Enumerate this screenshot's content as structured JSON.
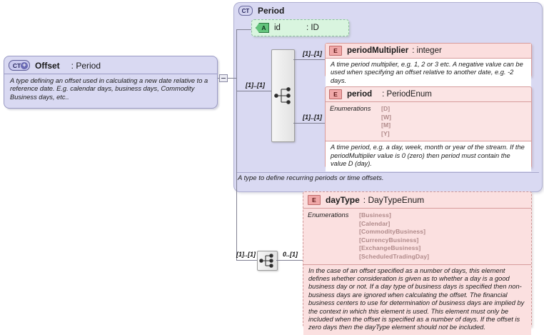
{
  "diagram": {
    "title": "Offset : Period XML Schema diagram",
    "colors": {
      "complex_type_fill": "#d9d9f2",
      "attribute_fill": "#d9f5df",
      "element_fill": "#fbe4e4",
      "connector": "#808092"
    }
  },
  "offset": {
    "icon": "complex-type-expandable-icon",
    "icon_text": "CT",
    "icon_badge": "+",
    "name": "Offset",
    "type": ": Period",
    "documentation": "A type defining an offset used in calculating a new date relative to a reference date. E.g. calendar days, business days, Commodity Business days, etc.."
  },
  "expander": {
    "state": "expanded",
    "glyph": "-"
  },
  "period_panel": {
    "icon": "complex-type-icon",
    "icon_text": "CT",
    "name": "Period",
    "footer_documentation": "A type to define recurring periods or time offsets."
  },
  "attribute_id": {
    "icon": "attribute-icon",
    "icon_text": "A",
    "name": "id",
    "type": ": ID"
  },
  "compositors": {
    "sequence_main": "sequence-icon",
    "sequence_daytype": "sequence-icon"
  },
  "cardinalities": {
    "offset_to_period": "[1]..[1]",
    "period_multiplier": "[1]..[1]",
    "period_enum": "[1]..[1]",
    "daytype_left": "[1]..[1]",
    "daytype_right": "0..[1]"
  },
  "period_multiplier": {
    "icon": "element-icon",
    "icon_text": "E",
    "name": "periodMultiplier",
    "type": ": integer",
    "documentation": "A time period multiplier, e.g. 1, 2 or 3 etc. A negative value can be used when specifying an offset relative to another date, e.g. -2 days."
  },
  "period_element": {
    "icon": "element-icon",
    "icon_text": "E",
    "name": "period",
    "type": ": PeriodEnum",
    "enumerations_label": "Enumerations",
    "enumerations": [
      "[D]",
      "[W]",
      "[M]",
      "[Y]"
    ],
    "documentation": "A time period, e.g. a day, week, month or year of the stream. If the periodMultiplier value is 0 (zero) then period must contain the value D (day)."
  },
  "day_type": {
    "icon": "element-icon",
    "icon_text": "E",
    "name": "dayType",
    "type": ": DayTypeEnum",
    "enumerations_label": "Enumerations",
    "enumerations": [
      "[Business]",
      "[Calendar]",
      "[CommodityBusiness]",
      "[CurrencyBusiness]",
      "[ExchangeBusiness]",
      "[ScheduledTradingDay]"
    ],
    "documentation": "In the case of an offset specified as a number of days, this element defines whether consideration is given as to whether a day is a good business day or not. If a day type of business days is specified then non-business days are ignored when calculating the offset. The financial business centers to use for determination of business days are implied by the context in which this element is used. This element must only be included when the offset is specified as a number of days. If the offset is zero days then the dayType element should not be included."
  }
}
